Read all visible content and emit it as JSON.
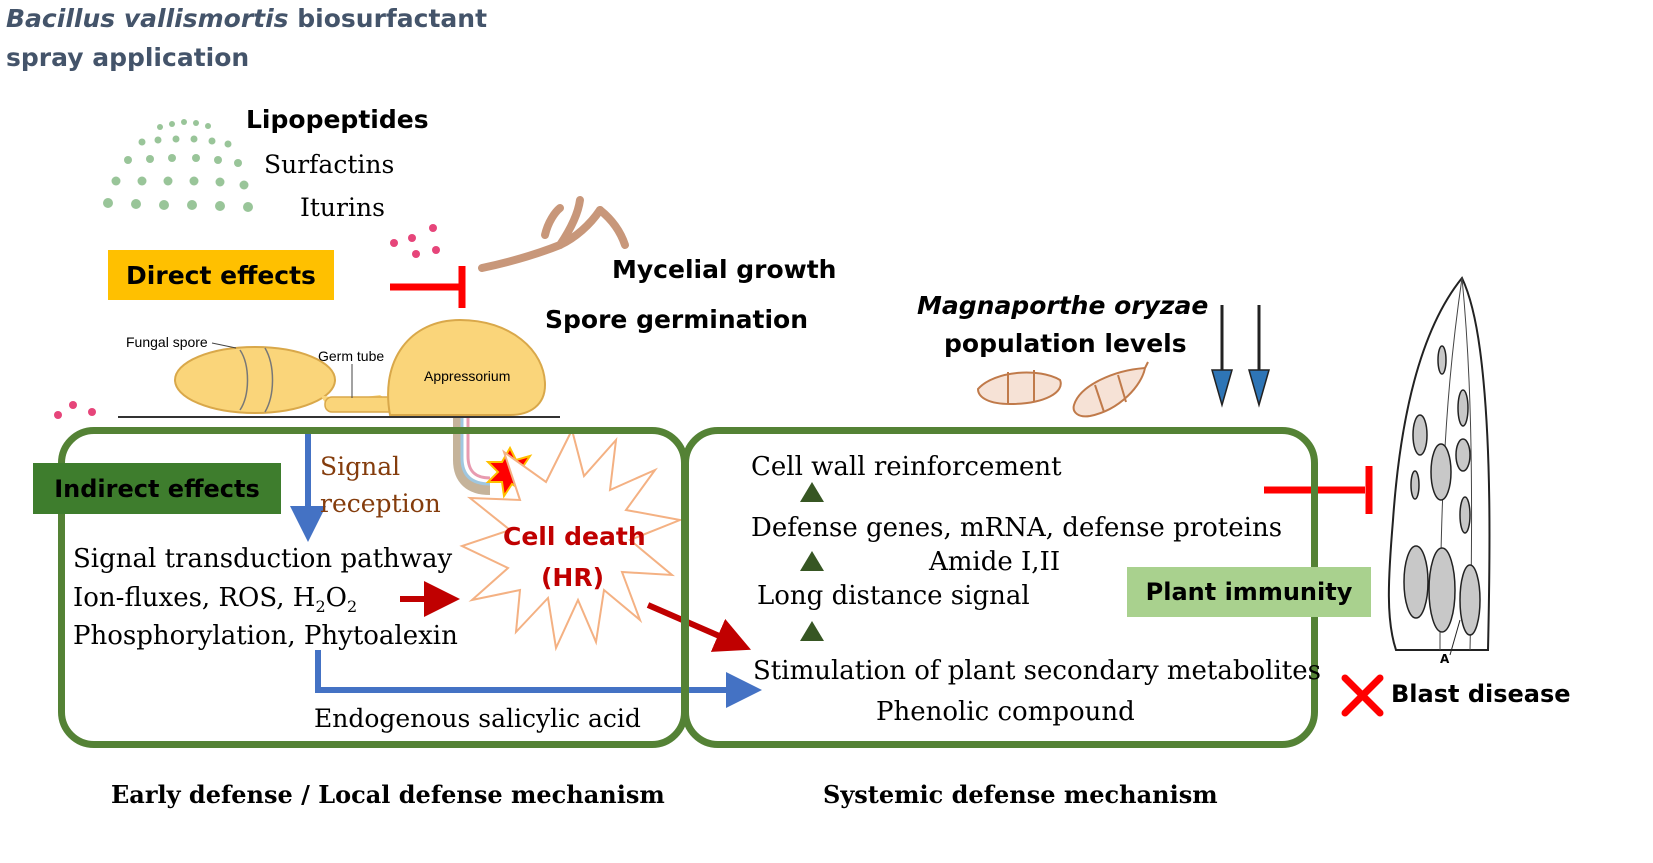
{
  "title": {
    "italic": "Bacillus vallismortis",
    "rest": " biosurfactant",
    "line2": "spray application"
  },
  "spray": {
    "heading": "Lipopeptides",
    "item1": "Surfactins",
    "item2": "Iturins"
  },
  "direct": {
    "label": "Direct effects",
    "target1": "Mycelial growth",
    "target2": "Spore germination"
  },
  "fungus": {
    "spore": "Fungal spore",
    "germ_tube": "Germ tube",
    "appressorium": "Appressorium"
  },
  "indirect": {
    "label": "Indirect effects",
    "signal_line1": "Signal",
    "signal_line2": "reception"
  },
  "local": {
    "line1": "Signal transduction pathway",
    "line2_pre": "Ion-fluxes, ROS, H",
    "sub1": "2",
    "line2_mid": "O",
    "sub2": "2",
    "line3": "Phosphorylation, Phytoalexin",
    "sa": "Endogenous salicylic acid",
    "cell_death1": "Cell death",
    "cell_death2": "(HR)"
  },
  "systemic": {
    "step1": "Cell wall reinforcement",
    "step2": "Defense genes, mRNA, defense proteins",
    "step2b": "Amide I,II",
    "step3": "Long distance signal",
    "step4": "Stimulation of plant secondary metabolites",
    "step4b": "Phenolic compound"
  },
  "pathogen": {
    "italic": "Magnaporthe oryzae",
    "line2": "population levels"
  },
  "immunity": {
    "label": "Plant immunity",
    "blast": "Blast disease",
    "leaf_letter": "A"
  },
  "footer": {
    "left": "Early defense / Local defense mechanism",
    "right": "Systemic defense mechanism"
  },
  "colors": {
    "panel_green": "#548235",
    "inhibit_red": "#ff0000",
    "signal_blue": "#4472c4",
    "dark_red": "#c00000",
    "direct_yellow": "#ffc000",
    "immunity_green": "#a9d18e"
  }
}
